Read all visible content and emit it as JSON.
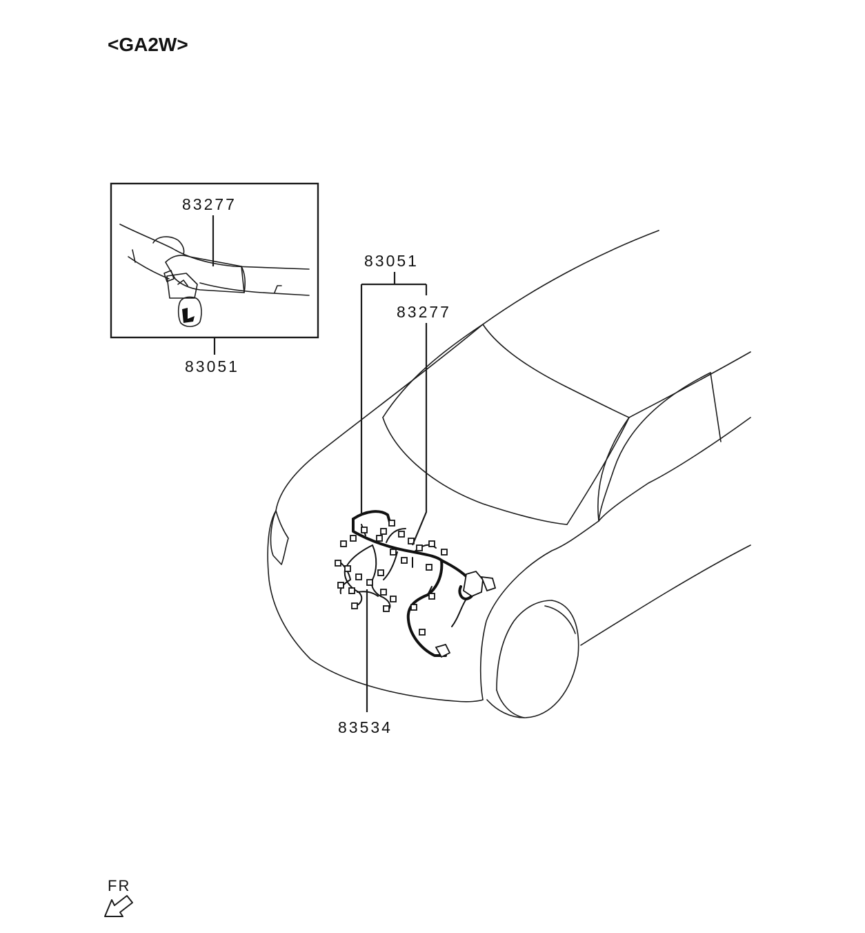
{
  "header": {
    "model_code": "<GA2W>"
  },
  "inset": {
    "part_top": "83277",
    "part_bottom": "83051"
  },
  "callouts": {
    "bracket_top": "83051",
    "bracket_sub": "83277",
    "bottom": "83534"
  },
  "direction": {
    "label": "FR",
    "icon": "front-direction-arrow-icon"
  },
  "colors": {
    "line": "#1a1a1a",
    "background": "#ffffff"
  }
}
